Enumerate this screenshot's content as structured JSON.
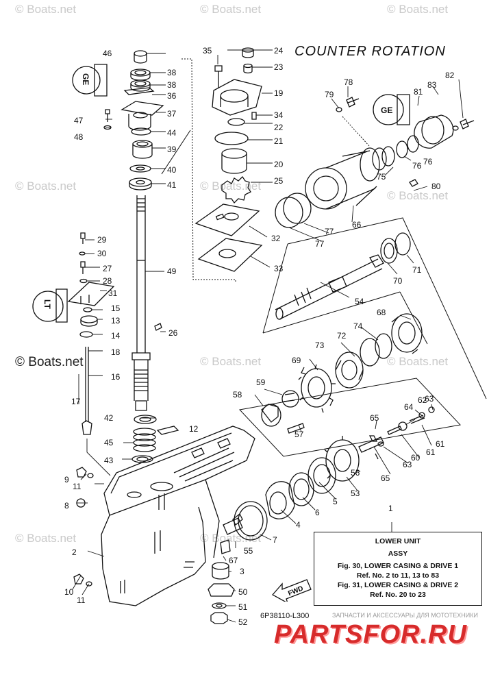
{
  "title": "COUNTER ROTATION",
  "watermark": "© Boats.net",
  "legend": {
    "number": "1",
    "line1": "LOWER UNIT",
    "line2": "ASSY",
    "line3": "Fig. 30, LOWER CASING & DRIVE 1",
    "line4": "Ref. No. 2 to 11, 13 to 83",
    "line5": "Fig. 31, LOWER CASING & DRIVE 2",
    "line6": "Ref. No. 20 to 23"
  },
  "fwd_label": "FWD",
  "doc_number": "6P38110-L300",
  "shop_text": "ЗАПЧАСТИ И АКСЕССУАРЫ ДЛЯ МОТОТЕХНИКИ",
  "brand": "PARTSFOR.RU",
  "callouts": [
    "1",
    "2",
    "3",
    "4",
    "5",
    "6",
    "7",
    "8",
    "9",
    "10",
    "11",
    "12",
    "13",
    "14",
    "15",
    "16",
    "17",
    "18",
    "19",
    "20",
    "21",
    "22",
    "23",
    "24",
    "25",
    "26",
    "27",
    "28",
    "29",
    "30",
    "31",
    "32",
    "33",
    "34",
    "35",
    "36",
    "37",
    "38",
    "39",
    "40",
    "41",
    "42",
    "43",
    "44",
    "45",
    "46",
    "47",
    "48",
    "49",
    "50",
    "51",
    "52",
    "53",
    "54",
    "55",
    "56",
    "57",
    "58",
    "59",
    "60",
    "61",
    "62",
    "63",
    "64",
    "65",
    "66",
    "67",
    "68",
    "69",
    "70",
    "71",
    "72",
    "73",
    "74",
    "75",
    "76",
    "77",
    "78",
    "79",
    "80",
    "81",
    "82",
    "83"
  ],
  "icon_labels": {
    "grease_left_top": "GE",
    "grease_right": "GE",
    "grease_left_mid": "LT"
  }
}
